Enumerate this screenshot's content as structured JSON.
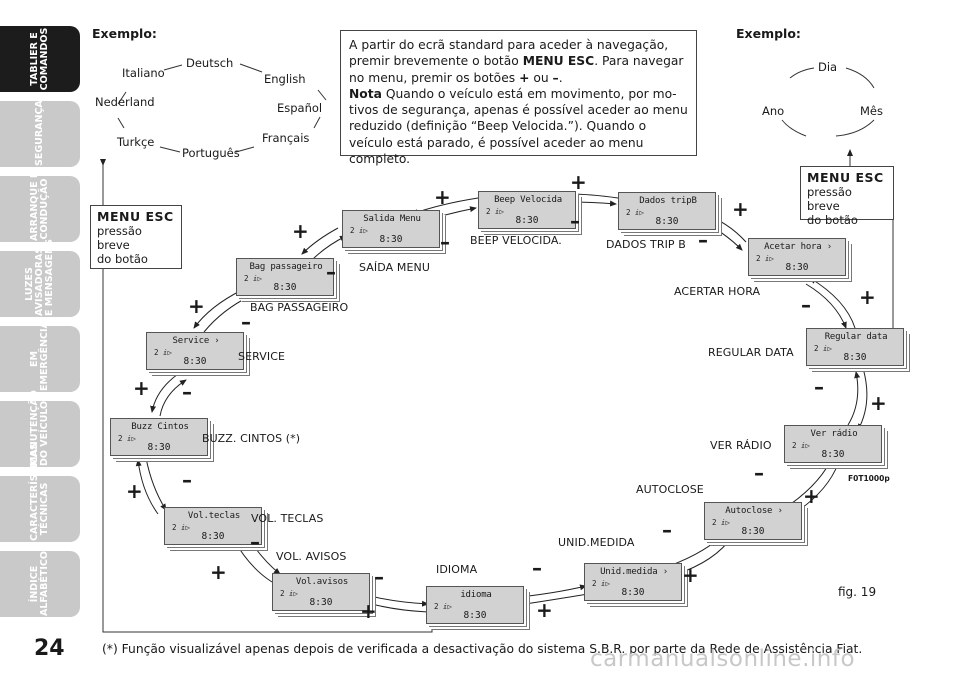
{
  "sidebar": {
    "tabs": [
      {
        "label": "TABLIER E\nCOMANDOS",
        "active": true
      },
      {
        "label": "SEGURANÇA",
        "active": false
      },
      {
        "label": "ARRANQUE E\nCONDUÇÃO",
        "active": false
      },
      {
        "label": "LUZES\nAVISADORAS\nE MENSAGENS",
        "active": false
      },
      {
        "label": "EM\nEMERGÊNCIA",
        "active": false
      },
      {
        "label": "MANUTENÇÃO\nDO VEÍCULO",
        "active": false
      },
      {
        "label": "CARACTERÍSTICAS\nTÉCNICAS",
        "active": false
      },
      {
        "label": "ÍNDICE\nALFABÉTICO",
        "active": false
      }
    ],
    "page_number": "24"
  },
  "example_left": {
    "heading": "Exemplo:",
    "languages": [
      "Deutsch",
      "English",
      "Español",
      "Français",
      "Português",
      "Turkçe",
      "Nederland",
      "Italiano"
    ]
  },
  "example_right": {
    "heading": "Exemplo:",
    "items": [
      "Dia",
      "Mês",
      "Ano"
    ]
  },
  "info_box": {
    "p1_a": "A partir do ecrã standard para aceder à navegação, pre­mir brevemente o botão ",
    "p1_b": "MENU ESC",
    "p1_c": ". Para navegar no menu, premir os botões ",
    "p1_plus": "+",
    "p1_d": " ou ",
    "p1_minus": "–",
    "p1_e": ".",
    "p2_a": "Nota",
    "p2_b": " Quando o veículo está em movimento, por mo­tivos de segurança, apenas é possível aceder ao menu re­duzido (definição “Beep Velocida.”). Quando o veículo está parado, é possível aceder ao menu completo."
  },
  "menu_esc_left": {
    "title": "MENU ESC",
    "line1": "pressão breve",
    "line2": "do botão"
  },
  "menu_esc_right": {
    "title": "MENU ESC",
    "line1": "pressão breve",
    "line2": "do botão"
  },
  "panels": [
    {
      "screen": "Salida Menu",
      "status": "2 ⅈ▷",
      "time": "8:30",
      "caption": "SAÍDA MENU"
    },
    {
      "screen": "Beep Velocida",
      "status": "2 ⅈ▷",
      "time": "8:30",
      "caption": "BEEP VELOCIDA."
    },
    {
      "screen": "Dados tripB",
      "status": "2 ⅈ▷",
      "time": "8:30",
      "caption": "DADOS TRIP B"
    },
    {
      "screen": "Acetar hora ›",
      "status": "2 ⅈ▷",
      "time": "8:30",
      "caption": "ACERTAR HORA"
    },
    {
      "screen": "Regular data",
      "status": "2 ⅈ▷",
      "time": "8:30",
      "caption": "REGULAR DATA"
    },
    {
      "screen": "Ver rádio",
      "status": "2 ⅈ▷",
      "time": "8:30",
      "caption": "VER RÁDIO"
    },
    {
      "screen": "Autoclose ›",
      "status": "2 ⅈ▷",
      "time": "8:30",
      "caption": "AUTOCLOSE"
    },
    {
      "screen": "Unid.medida ›",
      "status": "2 ⅈ▷",
      "time": "8:30",
      "caption": "UNID.MEDIDA"
    },
    {
      "screen": "idioma",
      "status": "2 ⅈ▷",
      "time": "8:30",
      "caption": "IDIOMA"
    },
    {
      "screen": "Vol.avisos",
      "status": "2 ⅈ▷",
      "time": "8:30",
      "caption": "VOL. AVISOS"
    },
    {
      "screen": "Vol.teclas",
      "status": "2 ⅈ▷",
      "time": "8:30",
      "caption": "VOL. TECLAS"
    },
    {
      "screen": "Buzz Cintos",
      "status": "2 ⅈ▷",
      "time": "8:30",
      "caption": "BUZZ. CINTOS (*)"
    },
    {
      "screen": "Service ›",
      "status": "2 ⅈ▷",
      "time": "8:30",
      "caption": "SERVICE"
    },
    {
      "screen": "Bag passageiro",
      "status": "2 ⅈ▷",
      "time": "8:30",
      "caption": "BAG PASSAGEIRO"
    }
  ],
  "plus": "+",
  "minus": "–",
  "figure_code": "F0T1000p",
  "figure_label": "fig. 19",
  "footnote": "(*) Função visualizável apenas depois de verificada a desactivação do sistema S.B.R. por parte da Rede de Assistência Fiat.",
  "watermark": "carmanualsonline.info"
}
